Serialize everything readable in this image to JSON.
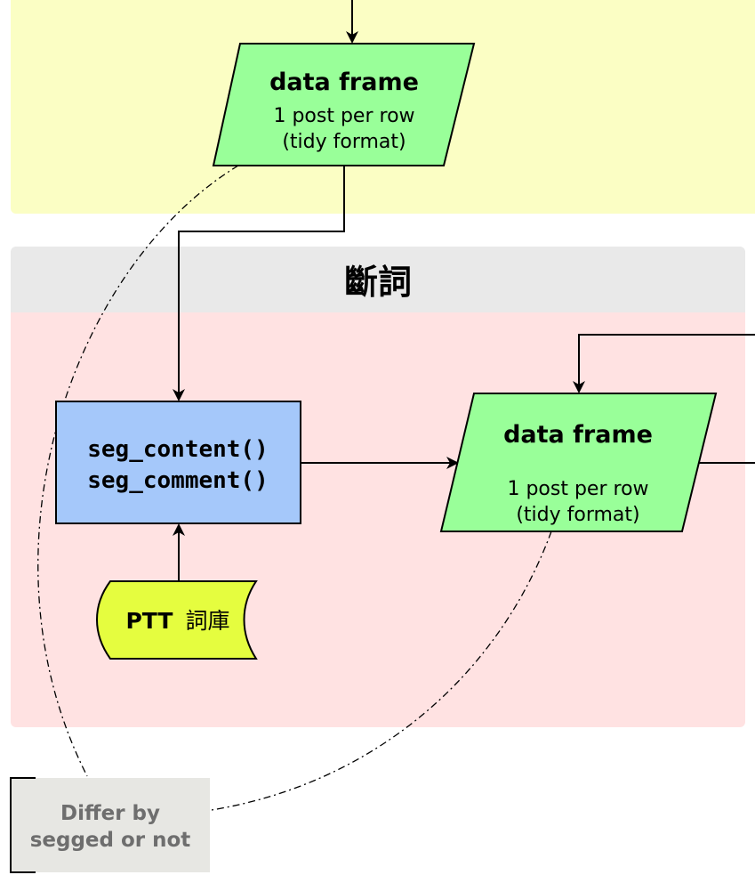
{
  "diagram": {
    "section_title": "斷詞",
    "data_frame_top": {
      "title": "data frame",
      "line1": "1 post per row",
      "line2": "(tidy format)"
    },
    "seg_function": {
      "line1": "seg_content()",
      "line2": "seg_comment()"
    },
    "data_frame_right": {
      "title": "data frame",
      "line1": "1 post per row",
      "line2": "(tidy format)"
    },
    "dictionary": {
      "label_bold": "PTT",
      "label_cjk": "詞庫"
    },
    "annotation": {
      "line1": "Differ by",
      "line2": "segged or not"
    },
    "colors": {
      "yellow_region": "#fbfec4",
      "section_header": "#e9e9e9",
      "pink_region": "#ffe2e2",
      "data_frame_fill": "#99ff99",
      "function_fill": "#a5c8fa",
      "dictionary_fill": "#e5fd3f",
      "annotation_fill": "#e7e7e3",
      "annotation_text": "#6e6e6e"
    }
  }
}
